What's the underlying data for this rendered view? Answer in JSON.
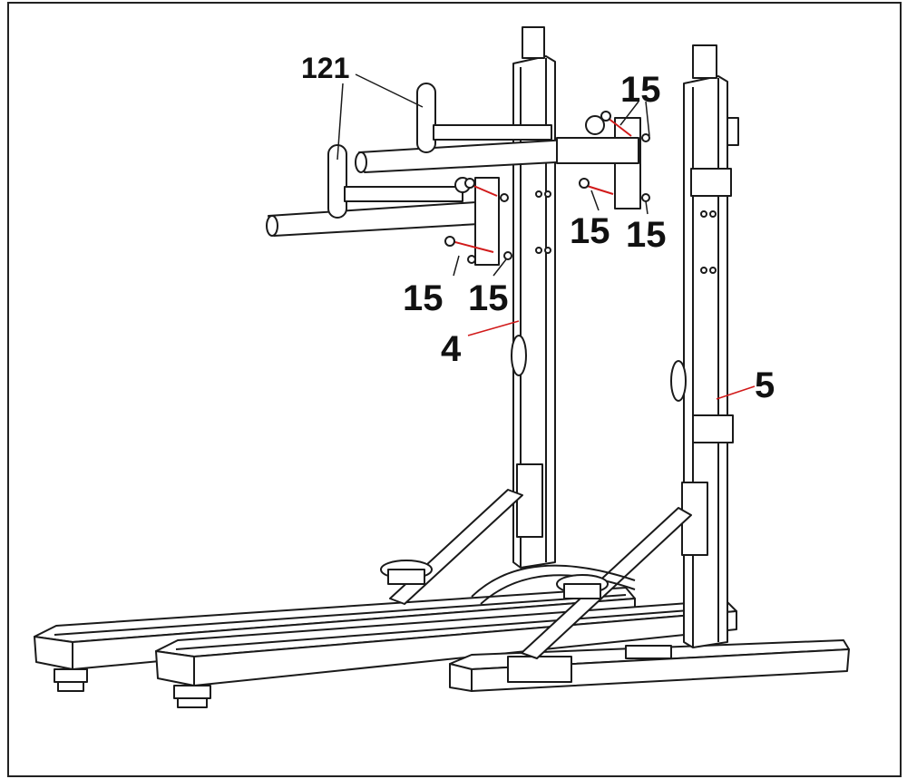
{
  "callouts": {
    "c121": "121",
    "c15a": "15",
    "c15b": "15",
    "c15c": "15",
    "c15d": "15",
    "c15e": "15",
    "c4": "4",
    "c5": "5"
  },
  "colors": {
    "line": "#1a1a1a",
    "leader_red": "#d11a1a",
    "border": "#222222",
    "fill": "#ffffff"
  }
}
